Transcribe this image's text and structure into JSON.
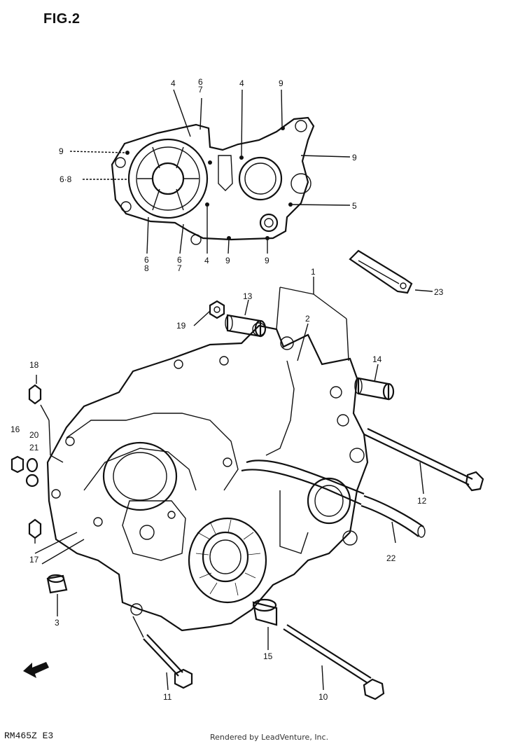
{
  "figure": {
    "title": "FIG.2",
    "model_code": "RM465Z E3",
    "footer": "Rendered by LeadVenture, Inc."
  },
  "callouts": {
    "c1": "1",
    "c2": "2",
    "c3": "3",
    "c4a": "4",
    "c4b": "4",
    "c4c": "4",
    "c5": "5",
    "c6_7a": "6\n7",
    "c6_7b": "6\n7",
    "c6_8a": "6·8",
    "c6_8b": "6\n8",
    "c9a": "9",
    "c9b": "9",
    "c9c": "9",
    "c9d": "9",
    "c9e": "9",
    "c10": "10",
    "c11": "11",
    "c12": "12",
    "c13": "13",
    "c14": "14",
    "c15": "15",
    "c16": "16",
    "c17": "17",
    "c18": "18",
    "c19": "19",
    "c20": "20",
    "c21": "21",
    "c22": "22",
    "c23": "23"
  },
  "icons": {
    "direction_arrow": "front-arrow-icon"
  }
}
